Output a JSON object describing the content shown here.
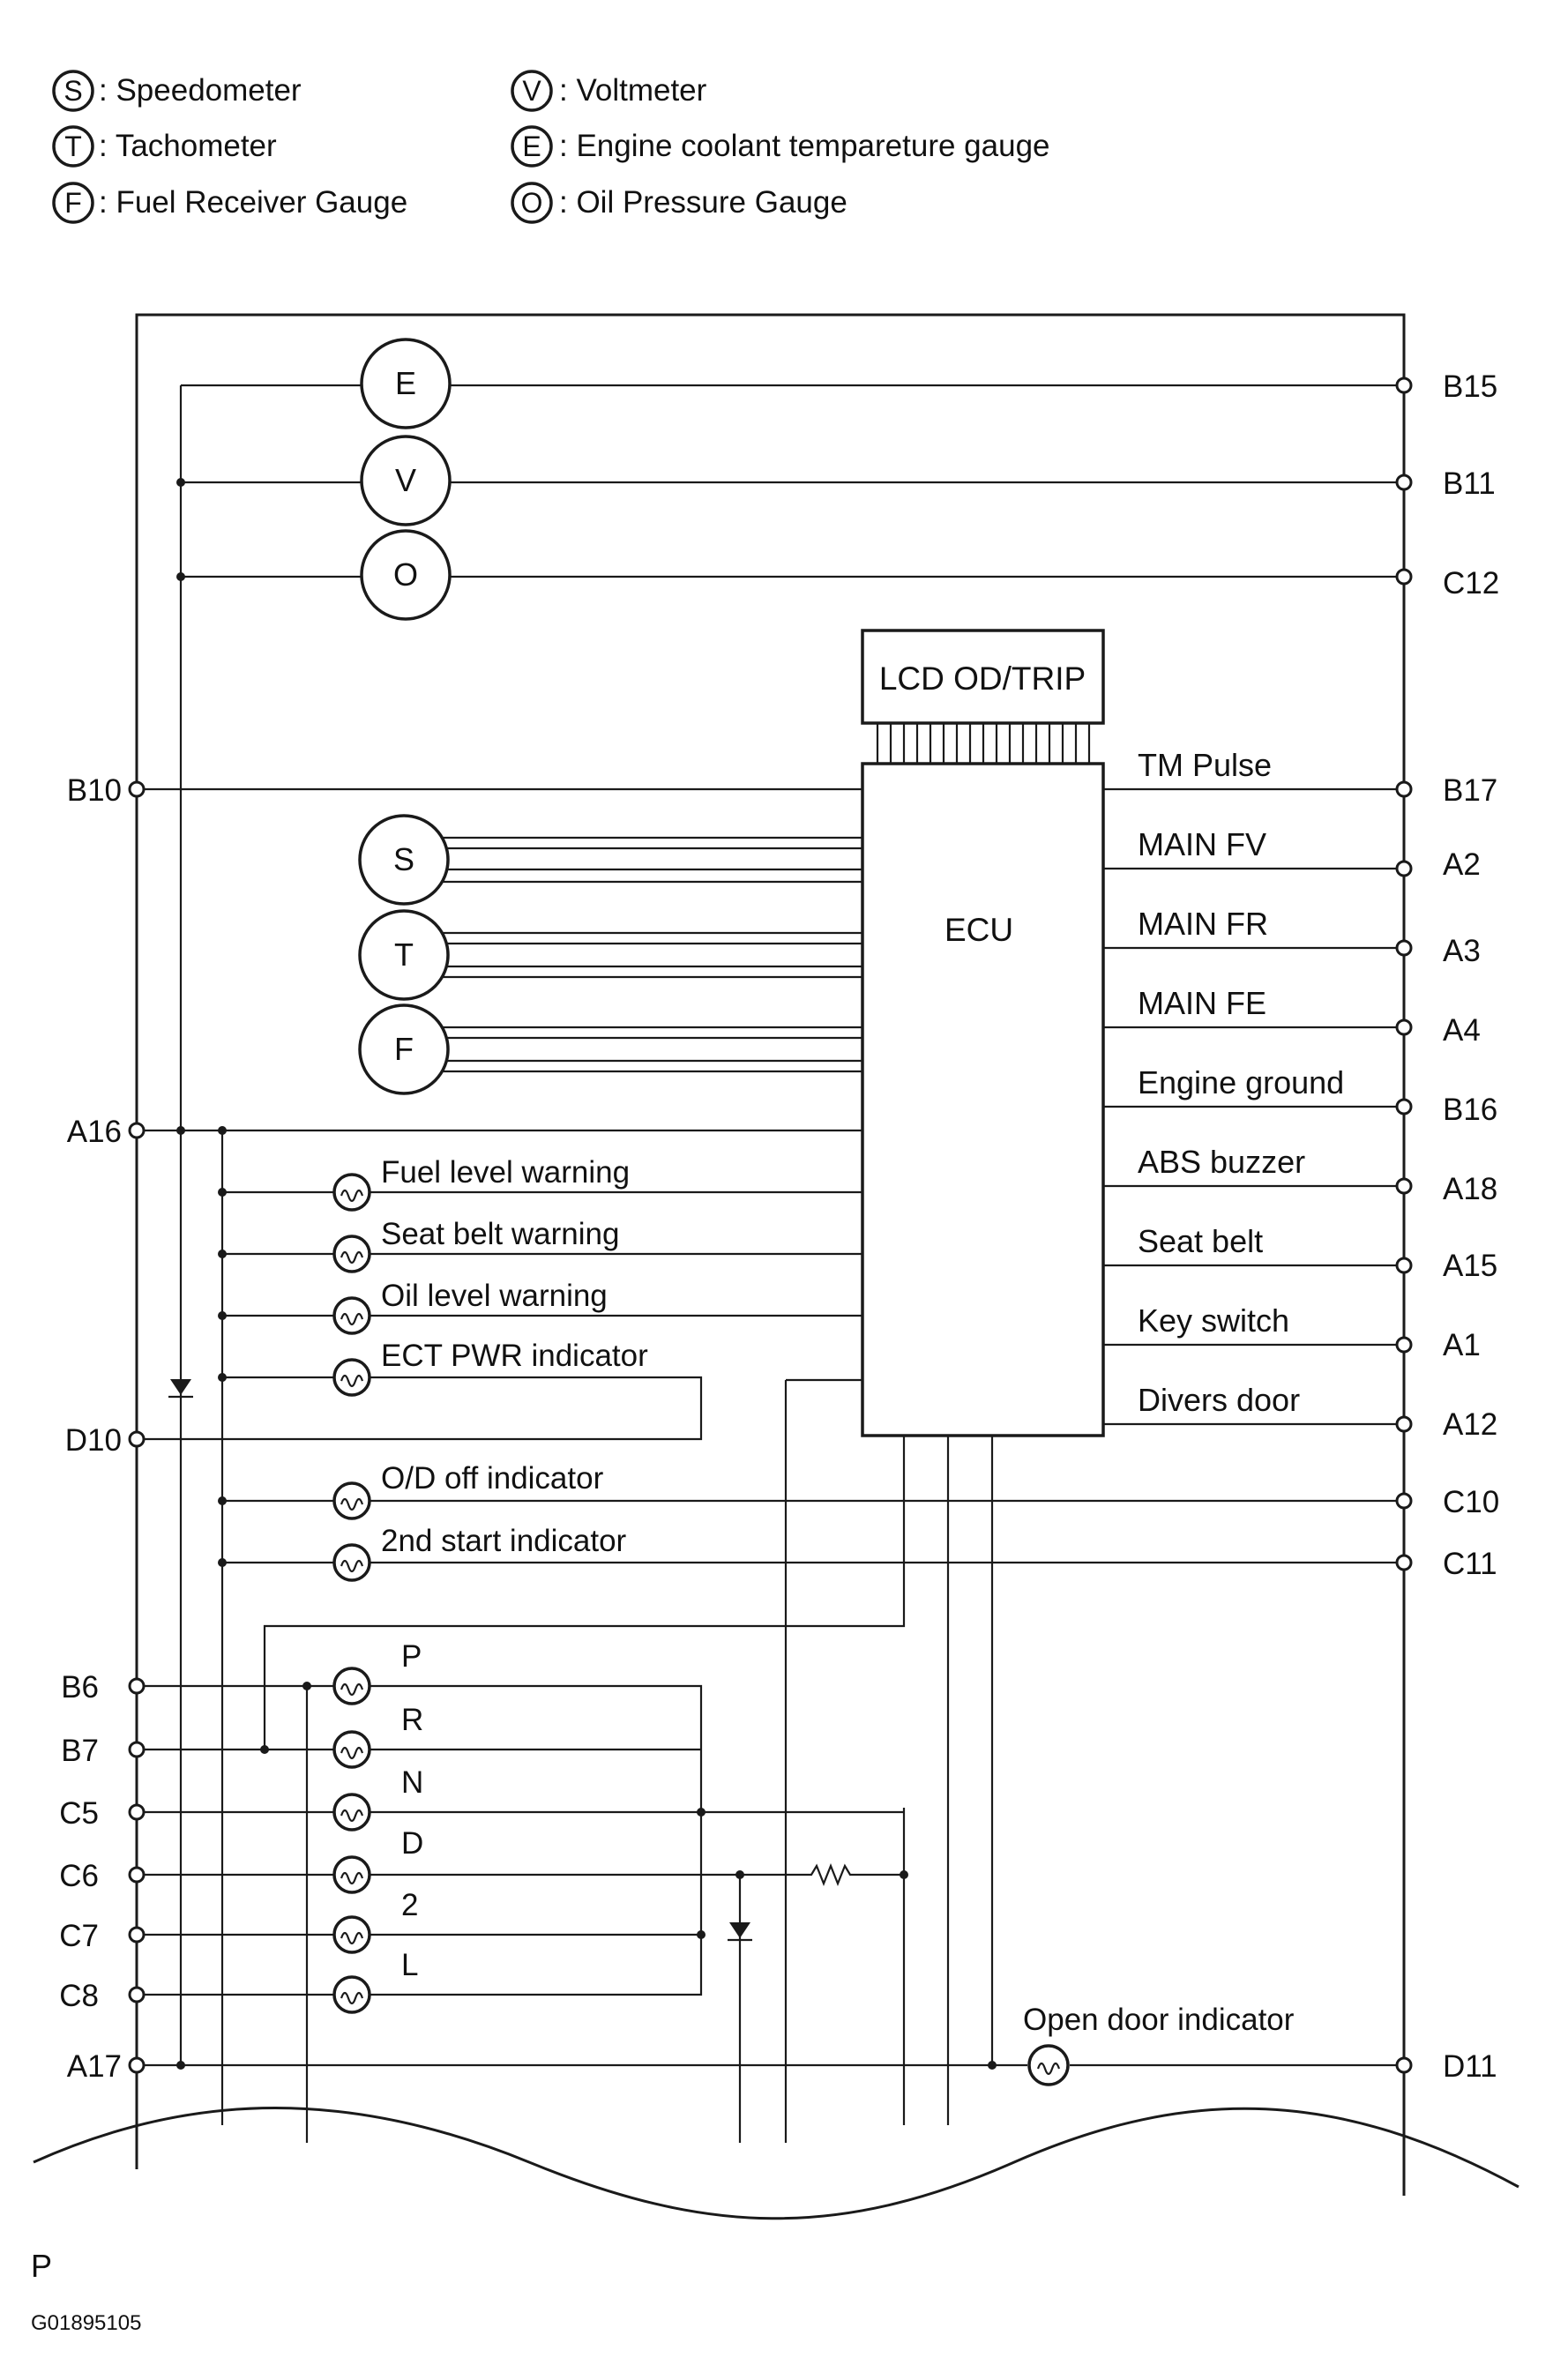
{
  "legend": [
    {
      "symbol": "S",
      "text": ": Speedometer"
    },
    {
      "symbol": "T",
      "text": ": Tachometer"
    },
    {
      "symbol": "F",
      "text": ": Fuel Receiver Gauge"
    },
    {
      "symbol": "V",
      "text": ": Voltmeter"
    },
    {
      "symbol": "E",
      "text": ": Engine coolant tempareture gauge"
    },
    {
      "symbol": "O",
      "text": ": Oil Pressure Gauge"
    }
  ],
  "gauges": [
    "E",
    "V",
    "O",
    "S",
    "T",
    "F"
  ],
  "lcd_label": "LCD OD/TRIP",
  "ecu_label": "ECU",
  "left_terminals": [
    "B10",
    "A16",
    "D10",
    "B6",
    "B7",
    "C5",
    "C6",
    "C7",
    "C8",
    "A17"
  ],
  "right_terminals": [
    "B15",
    "B11",
    "C12",
    "B17",
    "A2",
    "A3",
    "A4",
    "B16",
    "A18",
    "A15",
    "A1",
    "A12",
    "C10",
    "C11",
    "D11"
  ],
  "signals": [
    "TM Pulse",
    "MAIN FV",
    "MAIN FR",
    "MAIN FE",
    "Engine ground",
    "ABS buzzer",
    "Seat belt",
    "Key switch",
    "Divers door"
  ],
  "indicators": [
    "Fuel level warning",
    "Seat belt warning",
    "Oil level warning",
    "ECT PWR indicator",
    "O/D off indicator",
    "2nd start indicator"
  ],
  "gear_positions": [
    "P",
    "R",
    "N",
    "D",
    "2",
    "L"
  ],
  "open_door_label": "Open door indicator",
  "footer": {
    "letter": "P",
    "code": "G01895105"
  }
}
